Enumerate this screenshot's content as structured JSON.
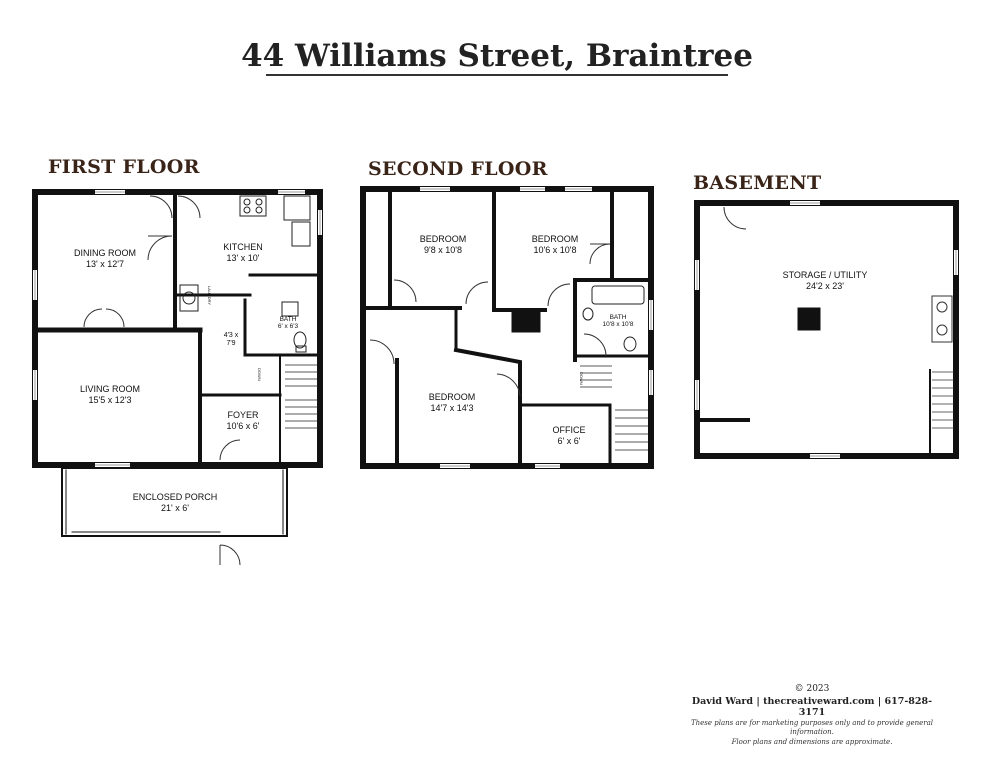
{
  "title": "44 Williams Street, Braintree",
  "floors": {
    "first": {
      "label": "FIRST FLOOR",
      "rooms": {
        "dining": {
          "name": "DINING ROOM",
          "size": "13' x 12'7"
        },
        "kitchen": {
          "name": "KITCHEN",
          "size": "13' x 10'"
        },
        "living": {
          "name": "LIVING ROOM",
          "size": "15'5 x 12'3"
        },
        "foyer": {
          "name": "FOYER",
          "size": "10'6 x 6'"
        },
        "bath": {
          "name": "BATH",
          "size": "6' x 6'3"
        },
        "hall": {
          "name": "4'3 x",
          "size": "7'9"
        },
        "porch": {
          "name": "ENCLOSED PORCH",
          "size": "21' x 6'"
        },
        "laundry": "LAUNDRY"
      }
    },
    "second": {
      "label": "SECOND FLOOR",
      "rooms": {
        "bed1": {
          "name": "BEDROOM",
          "size": "9'8 x 10'8"
        },
        "bed2": {
          "name": "BEDROOM",
          "size": "10'6 x 10'8"
        },
        "bed3": {
          "name": "BEDROOM",
          "size": "14'7 x 14'3"
        },
        "bath": {
          "name": "BATH",
          "size": "10'8 x 10'8"
        },
        "office": {
          "name": "OFFICE",
          "size": "6' x 6'"
        }
      }
    },
    "basement": {
      "label": "BASEMENT",
      "rooms": {
        "storage": {
          "name": "STORAGE / UTILITY",
          "size": "24'2 x 23'"
        }
      }
    }
  },
  "stair_label": "DOWN",
  "footer": {
    "copyright": "© 2023",
    "contact": "David Ward  |  thecreativeward.com  |  617-828-3171",
    "disclaimer1": "These plans are for marketing purposes only and to provide general information.",
    "disclaimer2": "Floor plans and dimensions are approximate."
  },
  "colors": {
    "wall": "#111111",
    "label_brown": "#3a2418",
    "window": "#9a9a9a"
  }
}
